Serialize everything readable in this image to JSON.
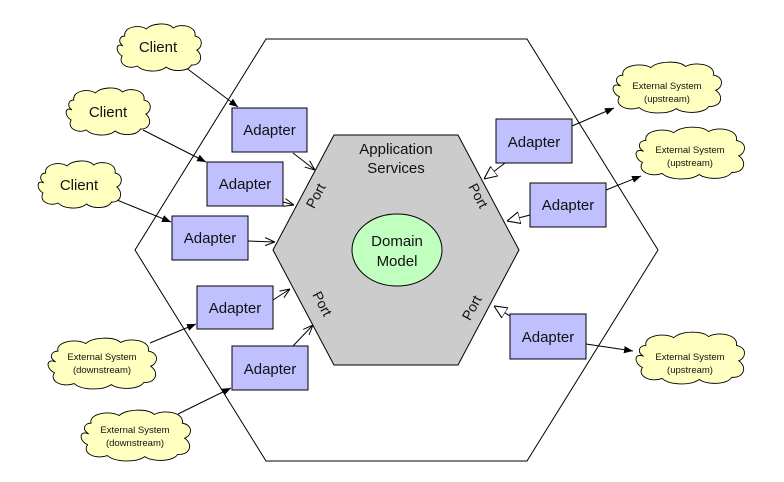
{
  "diagram": {
    "title": "Hexagonal Architecture",
    "colors": {
      "cloud_fill": "#ffffc0",
      "adapter_fill": "#c0c0ff",
      "app_fill": "#cccccc",
      "domain_fill": "#c0ffc0",
      "stroke": "#000000"
    },
    "application_services": {
      "line1": "Application",
      "line2": "Services"
    },
    "domain_model": {
      "line1": "Domain",
      "line2": "Model"
    },
    "ports": [
      "Port",
      "Port",
      "Port",
      "Port"
    ],
    "adapters": [
      "Adapter",
      "Adapter",
      "Adapter",
      "Adapter",
      "Adapter",
      "Adapter",
      "Adapter",
      "Adapter"
    ],
    "clients": [
      "Client",
      "Client",
      "Client"
    ],
    "external_downstream": [
      {
        "line1": "External System",
        "line2": "(downstream)"
      },
      {
        "line1": "External System",
        "line2": "(downstream)"
      }
    ],
    "external_upstream": [
      {
        "line1": "External System",
        "line2": "(upstream)"
      },
      {
        "line1": "External System",
        "line2": "(upstream)"
      },
      {
        "line1": "External System",
        "line2": "(upstream)"
      }
    ]
  }
}
